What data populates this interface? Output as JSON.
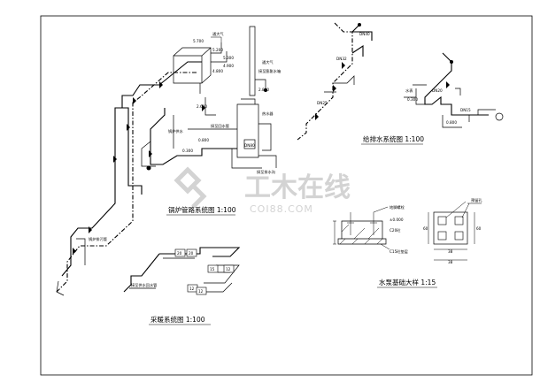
{
  "watermark": {
    "chinese": "工木在线",
    "latin": "COI88.COM"
  },
  "diagrams": {
    "boiler": {
      "title": "锅炉管路系统图 1:100",
      "labels": {
        "vent": "通大气",
        "chimney_vent": "通大气",
        "elev_5700": "5.700",
        "elev_5200": "5.200",
        "elev_4800": "4.800",
        "elev_5300": "5.300",
        "elev_4900": "4.900",
        "elev_2800": "2.800",
        "elev_2600": "2.600",
        "elev_0800": "0.800",
        "elev_0300": "0.300",
        "tank_note": "接至膨胀水箱",
        "mixer_label": "热水器",
        "unit_label": "DN80",
        "drain_note": "接至排水沟",
        "supply_note": "锅炉供水",
        "return_note": "接至回水管",
        "low_point_note": "锅炉排污管"
      }
    },
    "water": {
      "title": "给排水系统图 1:100",
      "labels": {
        "a": "DN40",
        "b": "DN32",
        "c": "DN25",
        "d": "DN20",
        "e": "DN15",
        "f": "水表",
        "g": "0.800",
        "h": "0.300"
      }
    },
    "heating": {
      "title": "采暖系统图 1:100",
      "labels": {
        "note": "接至供水回水管",
        "r1": "20",
        "r2": "20",
        "r3": "12",
        "r4": "15",
        "r5": "12",
        "r6": "12"
      }
    },
    "foundation": {
      "title": "水泵基础大样 1:15",
      "labels": {
        "bolt": "地脚螺栓",
        "surface": "±0.000",
        "concrete": "C20砼",
        "base": "C15砼垫层",
        "bolt_holes": "预留孔",
        "dim_a": "38",
        "dim_b": "38",
        "dim_c": "60",
        "dim_d": "60"
      }
    }
  }
}
